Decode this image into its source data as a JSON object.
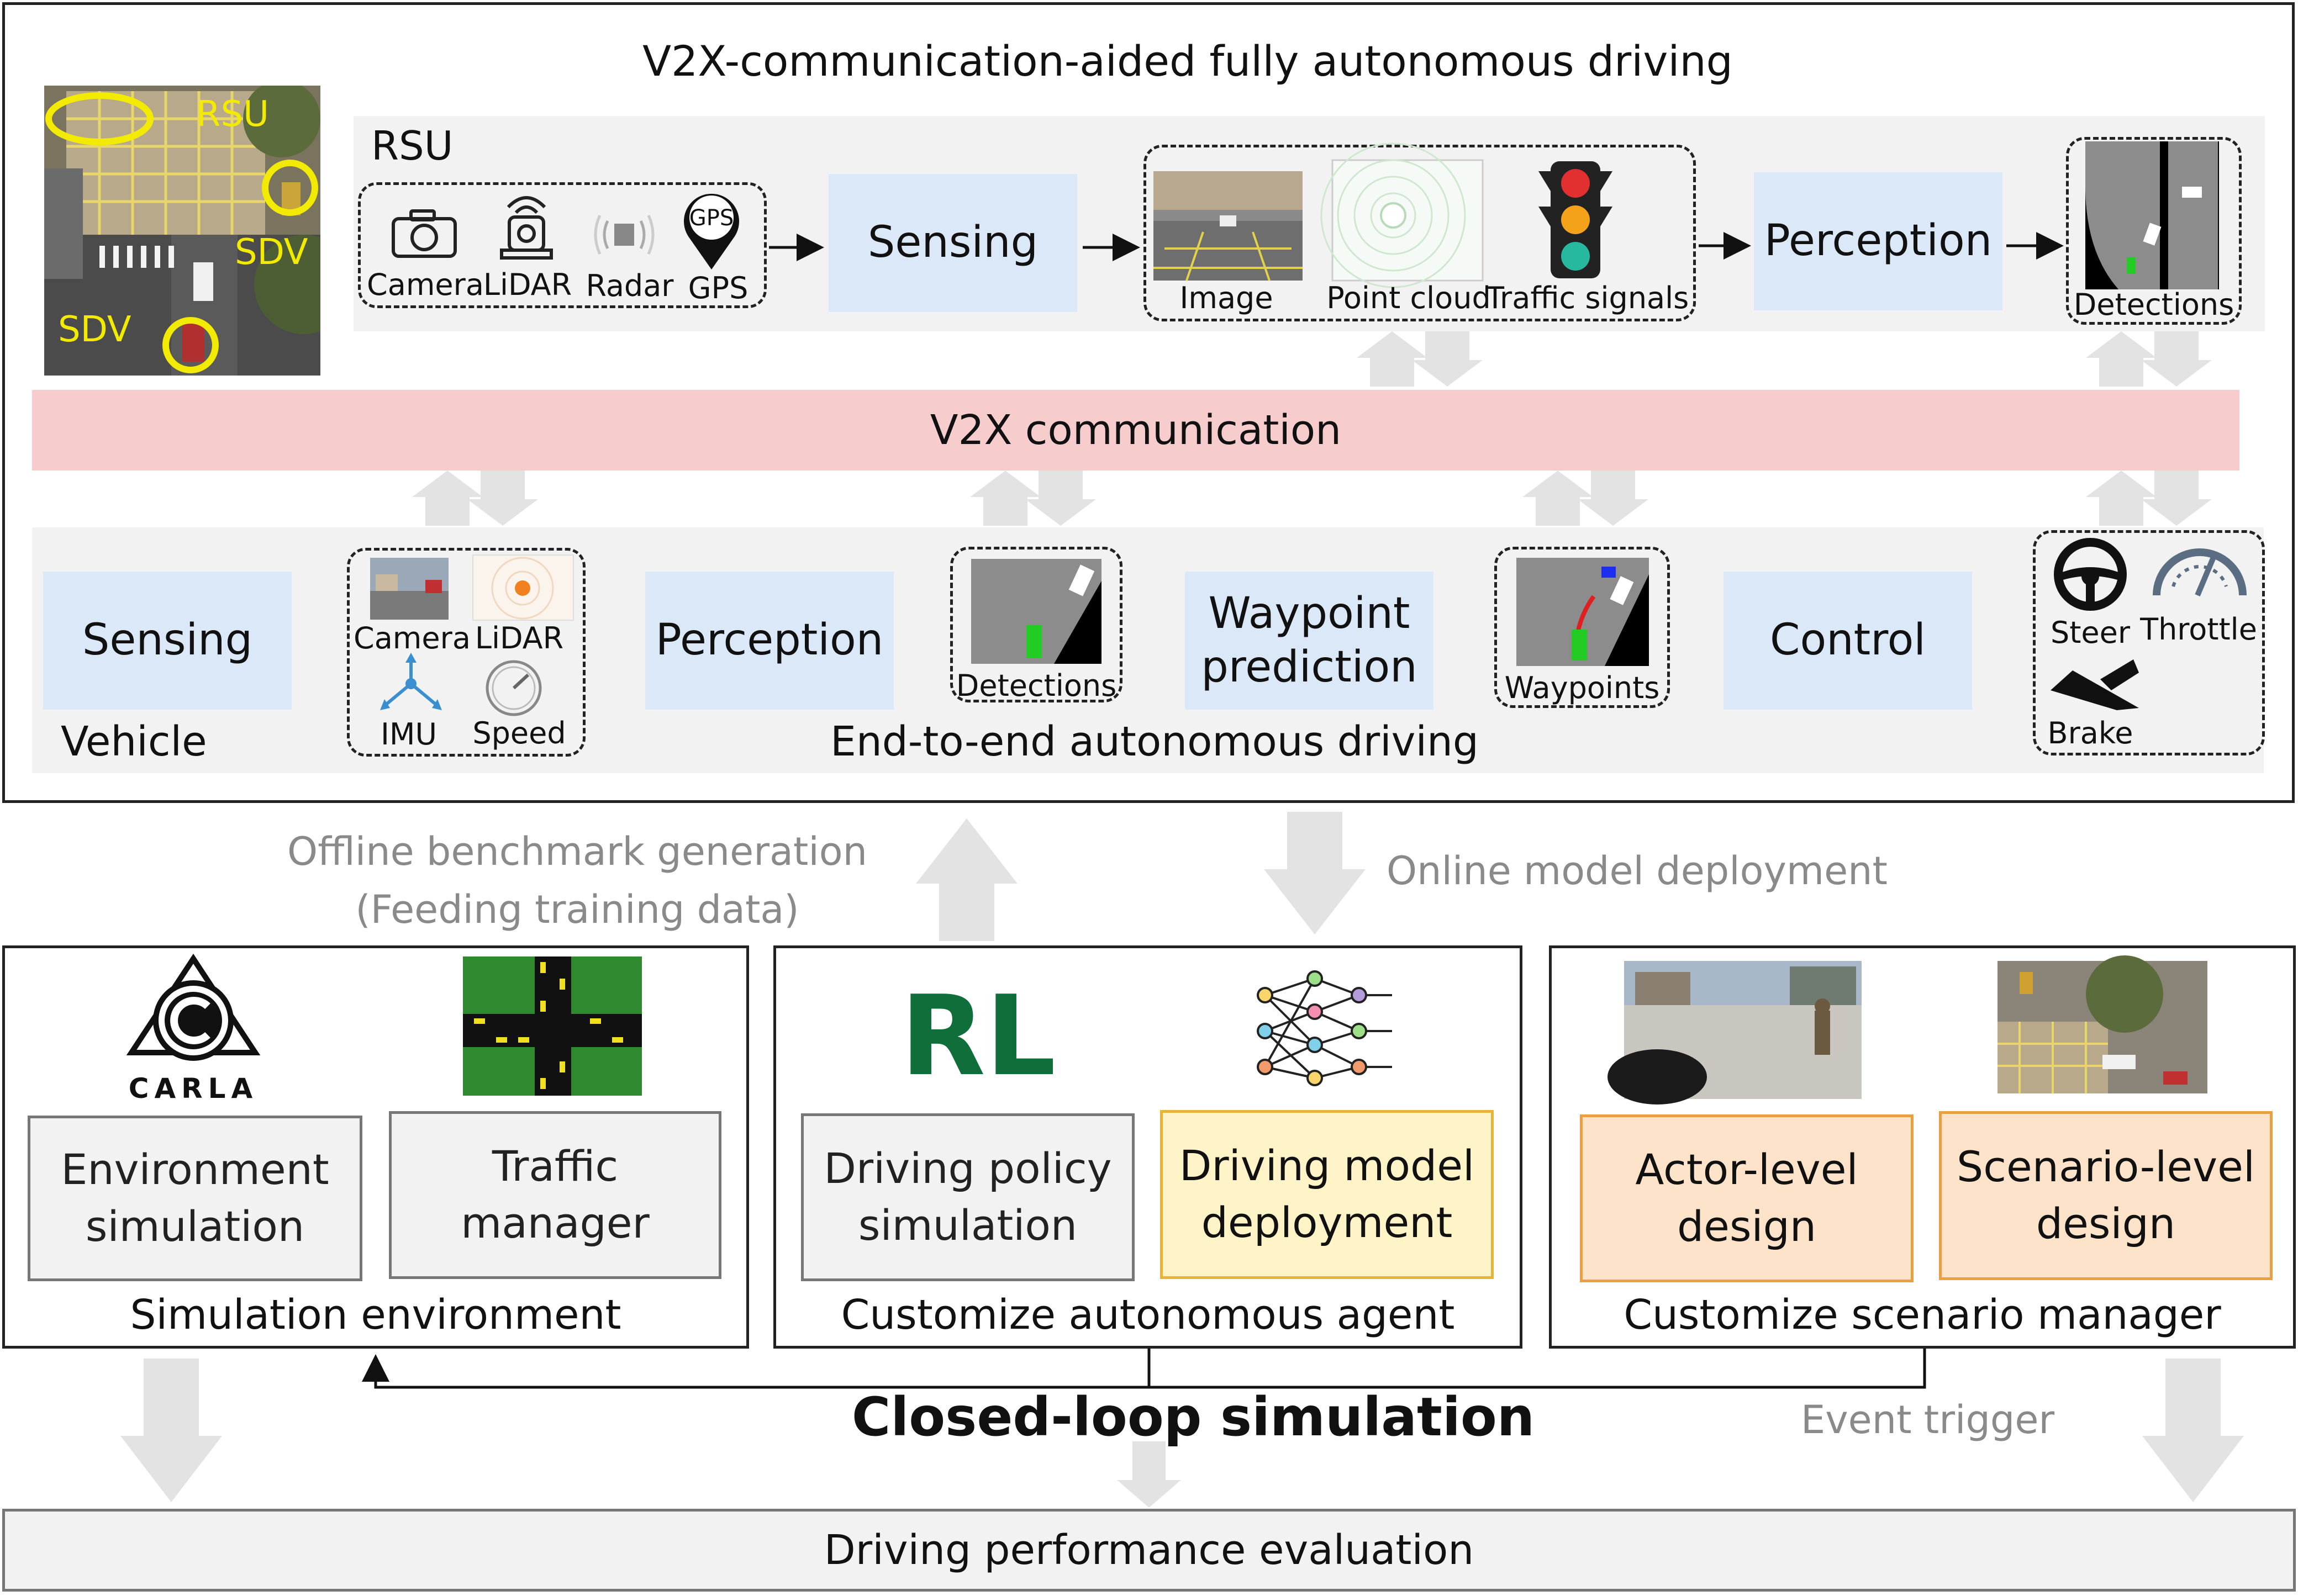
{
  "top": {
    "title": "V2X-communication-aided fully autonomous driving",
    "rsu_label": "RSU",
    "aerial_labels": {
      "rsu": "RSU",
      "sdv1": "SDV",
      "sdv2": "SDV"
    },
    "rsu_sensors": [
      "Camera",
      "LiDAR",
      "Radar",
      "GPS"
    ],
    "gps_badge": "GPS",
    "rsu_sensing": "Sensing",
    "rsu_outputs": [
      "Image",
      "Point cloud",
      "Traffic signals"
    ],
    "rsu_perception": "Perception",
    "rsu_detections": "Detections",
    "v2x": "V2X communication",
    "vehicle_label": "Vehicle",
    "veh_sensing": "Sensing",
    "veh_sensors": [
      "Camera",
      "LiDAR",
      "IMU",
      "Speed"
    ],
    "veh_perception": "Perception",
    "veh_detections": "Detections",
    "waypoint_prediction": "Waypoint\nprediction",
    "waypoints": "Waypoints",
    "control": "Control",
    "controls": [
      "Steer",
      "Throttle",
      "Brake"
    ],
    "e2e_label": "End-to-end autonomous driving"
  },
  "middle": {
    "offline": "Offline benchmark generation\n(Feeding training data)",
    "online": "Online model deployment"
  },
  "panels": {
    "sim_env": {
      "title": "Simulation environment",
      "logo_text": "CARLA",
      "boxes": [
        "Environment\nsimulation",
        "Traffic\nmanager"
      ]
    },
    "agent": {
      "title": "Customize autonomous agent",
      "rl_text": "RL",
      "boxes": [
        "Driving policy\nsimulation",
        "Driving model\ndeployment"
      ]
    },
    "scenario": {
      "title": "Customize scenario manager",
      "boxes": [
        "Actor-level\ndesign",
        "Scenario-level\ndesign"
      ]
    }
  },
  "bottom": {
    "closed_loop": "Closed-loop simulation",
    "event_trigger": "Event trigger",
    "evaluation": "Driving performance evaluation"
  },
  "colors": {
    "sensing_blue": "#dbe8f8",
    "v2x_pink": "#f6cccc",
    "panel_gray": "#f2f2f2",
    "deploy_yellow": "#fff3c8",
    "design_orange": "#fde3c9",
    "rl_green": "#0f6e3a",
    "arrow_gray": "#e0e0e0",
    "highlight_yellow": "#f2ea00"
  }
}
